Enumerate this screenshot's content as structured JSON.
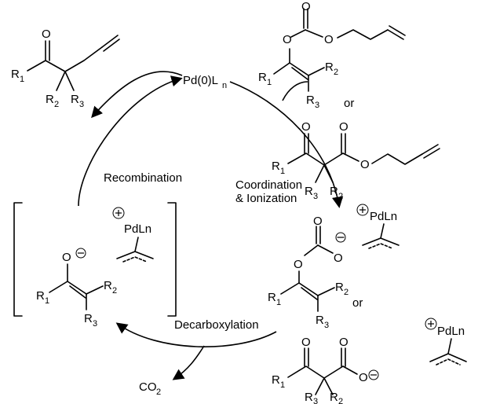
{
  "catalyst": {
    "label": "Pd(0)L",
    "sub": "n"
  },
  "labels": {
    "recombination": "Recombination",
    "coordination_line1": "Coordination",
    "coordination_line2": "& Ionization",
    "decarboxylation": "Decarboxylation",
    "co2": "CO",
    "co2_sub": "2",
    "or": "or"
  },
  "atoms": {
    "O": "O",
    "R": "R",
    "PdLn": "PdLn",
    "sub1": "1",
    "sub2": "2",
    "sub3": "3"
  }
}
